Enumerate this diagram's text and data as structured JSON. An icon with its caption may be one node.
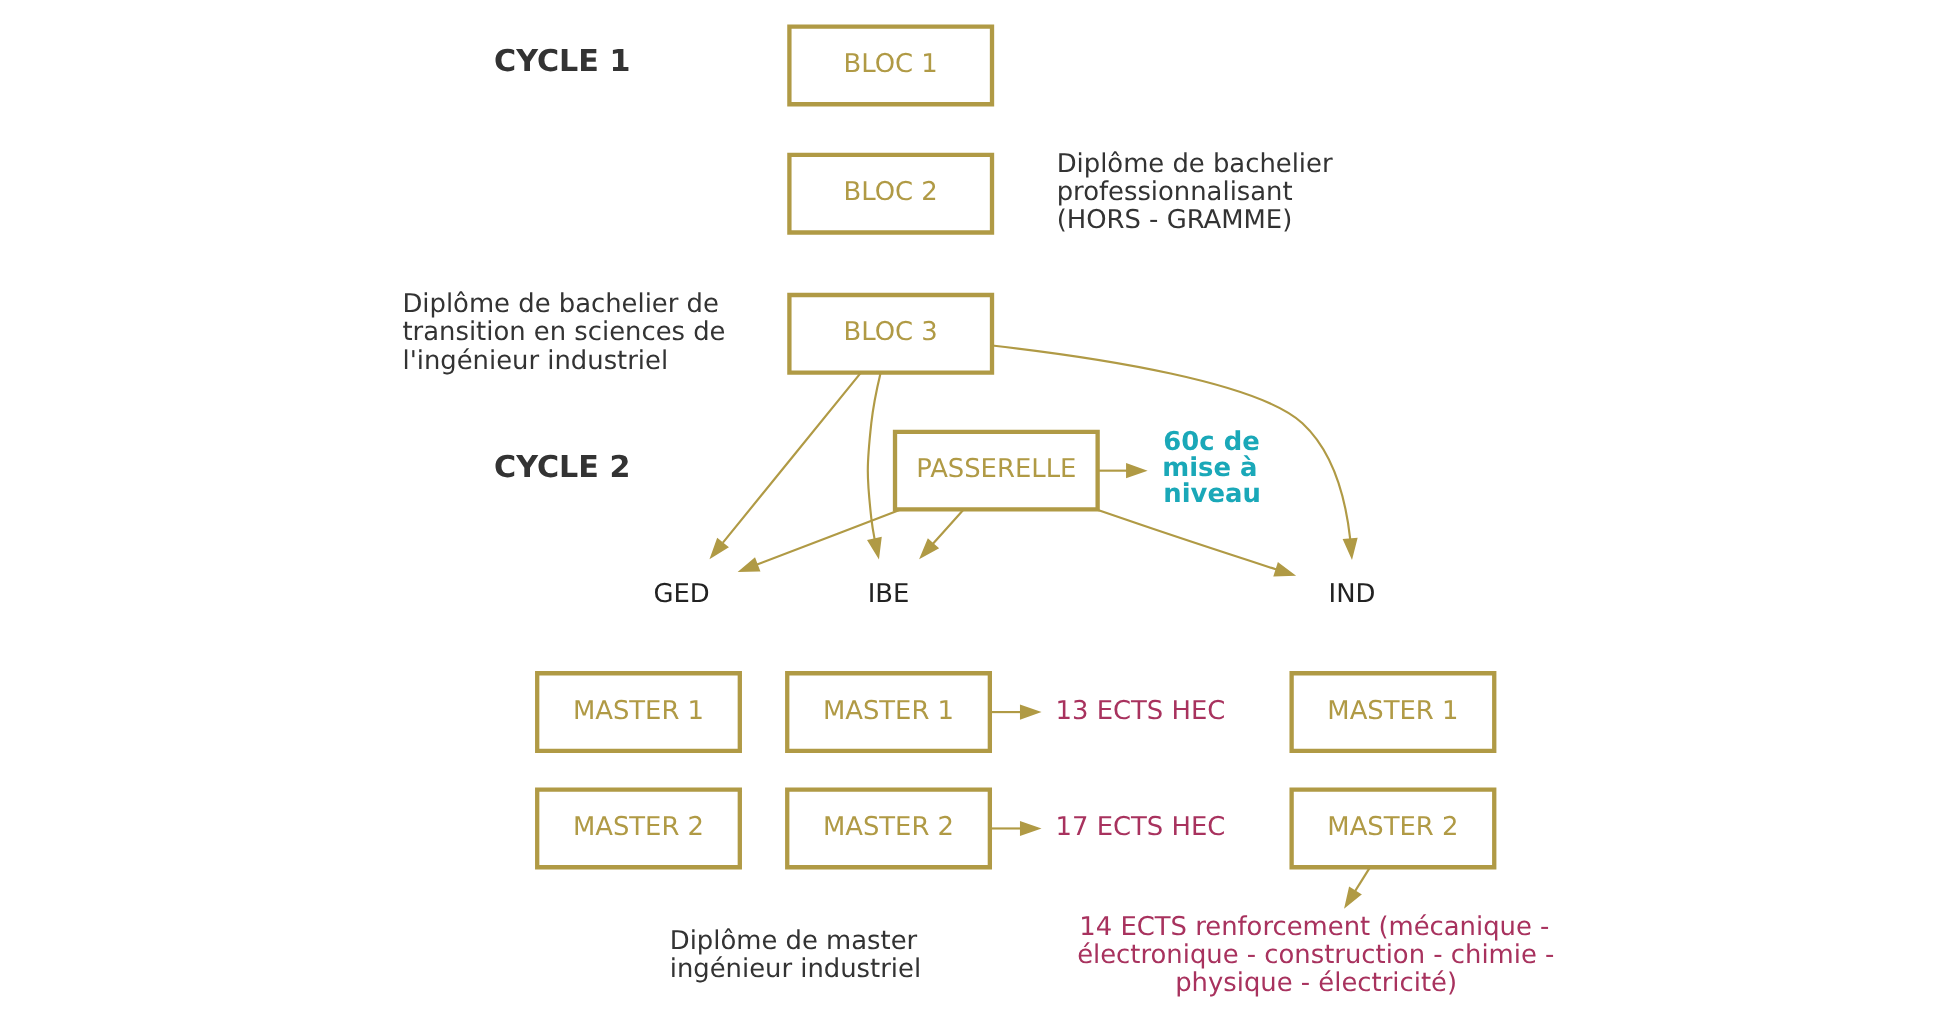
{
  "diagram": {
    "nodes": [
      {
        "text": [
          "BLOC 1"
        ]
      },
      {
        "text": [
          "BLOC 2"
        ]
      },
      {
        "text": [
          "BLOC 3"
        ]
      },
      {
        "text": [
          "PASSERELLE"
        ]
      },
      {
        "text": [
          "60c de mise à niveau"
        ]
      },
      {
        "text": [
          "GED"
        ]
      },
      {
        "text": [
          "IND"
        ]
      },
      {
        "text": [
          "IBE"
        ]
      },
      {
        "text": [
          "MASTER 1"
        ]
      },
      {
        "text": [
          "MASTER 1"
        ]
      },
      {
        "text": [
          "MASTER 1"
        ]
      },
      {
        "text": [
          "MASTER 2"
        ]
      },
      {
        "text": [
          "MASTER 2"
        ]
      },
      {
        "text": [
          "MASTER 2"
        ]
      },
      {
        "text": [
          "13 ECTS HEC"
        ]
      },
      {
        "text": [
          "17 ECTS HEC"
        ]
      },
      {
        "text": [
          "14 ECTS renforcement (mécanique - électronique - construction - chimie - physique - électricité)"
        ]
      }
    ],
    "edges": [
      {
        "from": 2,
        "to": 5,
        "arrow": "to"
      },
      {
        "from": 2,
        "to": 6,
        "arrow": "to"
      },
      {
        "from": 2,
        "to": 7,
        "arrow": "to"
      },
      {
        "from": 3,
        "to": 5,
        "arrow": "to"
      },
      {
        "from": 3,
        "to": 6,
        "arrow": "to"
      },
      {
        "from": 3,
        "to": 7,
        "arrow": "to"
      },
      {
        "from": 3,
        "to": 4,
        "arrow": "to"
      },
      {
        "from": 10,
        "to": 14,
        "arrow": "to"
      },
      {
        "from": 13,
        "to": 15,
        "arrow": "to"
      },
      {
        "from": 12,
        "to": 16,
        "arrow": "to"
      }
    ],
    "labels": [
      "CYCLE 1",
      "Diplôme de bachelier de transition en sciences de l'ingénieur industriel",
      "Diplôme de bachelier professionnalisant (HORS - GRAMME)",
      "CYCLE 2",
      "Diplôme de master ingénieur industriel"
    ]
  }
}
